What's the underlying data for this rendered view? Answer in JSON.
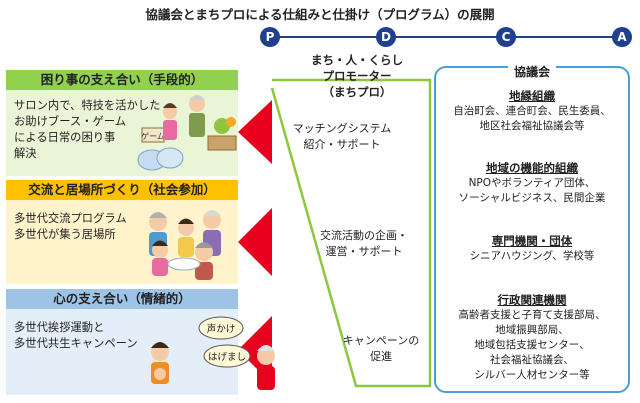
{
  "title": "協議会とまちプロによる仕組みと仕掛け（プログラム）の展開",
  "pdca": [
    "P",
    "D",
    "C",
    "A"
  ],
  "bands": [
    {
      "heading": "困り事の支え合い（手段的）",
      "lines": [
        "サロン内で、特技を活かした",
        "お助けブース・ゲーム",
        "による日常の困り事",
        "解決"
      ],
      "sign": "ゲーム"
    },
    {
      "heading": "交流と居場所づくり（社会参加）",
      "lines": [
        "多世代交流プログラム",
        "多世代が集う居場所"
      ]
    },
    {
      "heading": "心の支え合い（情緒的）",
      "lines": [
        "多世代挨拶運動と",
        "多世代共生キャンペーン"
      ],
      "bubbles": [
        "声かけ",
        "はげまし"
      ]
    }
  ],
  "promoter": {
    "title_lines": [
      "まち・人・くらし",
      "プロモーター",
      "（まちプロ）"
    ],
    "roles": [
      [
        "マッチングシステム",
        "紹介・サポート"
      ],
      [
        "交流活動の企画・",
        "運営・サポート"
      ],
      [
        "キャンペーンの",
        "促進"
      ]
    ]
  },
  "council": {
    "title": "協議会",
    "groups": [
      {
        "heading": "地縁組織",
        "lines": [
          "自治町会、連合町会、民生委員、",
          "地区社会福祉協議会等"
        ]
      },
      {
        "heading": "地域の機能的組織",
        "lines": [
          "NPOやボランティア団体、",
          "ソーシャルビジネス、民間企業"
        ]
      },
      {
        "heading": "専門機関・団体",
        "lines": [
          "シニアハウジング、学校等"
        ]
      },
      {
        "heading": "行政関連機関",
        "lines": [
          "高齢者支援と子育て支援部局、",
          "地域振興部局、",
          "地域包括支援センター、",
          "社会福祉協議会、",
          "シルバー人材センター等"
        ]
      }
    ]
  },
  "colors": {
    "navy": "#1f3f8f",
    "red": "#e8001e",
    "green": "#8dc63f",
    "blue": "#4a9fd4",
    "band1_head": "#92d050",
    "band1_body": "#eaf4d6",
    "band2_head": "#ffc000",
    "band2_body": "#fff3cc",
    "band3_head": "#9dc3e6",
    "band3_body": "#e4eef8"
  }
}
